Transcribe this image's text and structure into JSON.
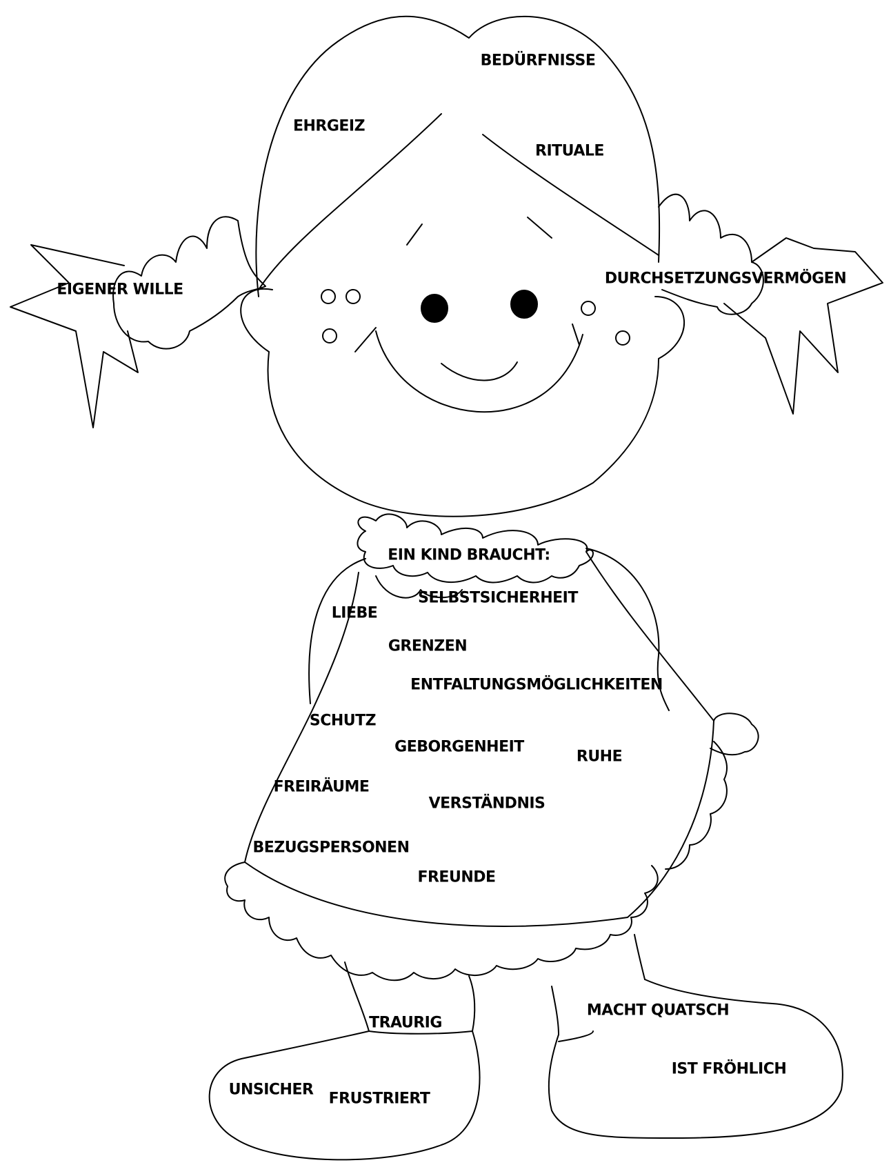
{
  "diagram": {
    "center_label": "EIN KIND BRAUCHT:",
    "head_labels": {
      "beduerfnisse": "BEDÜRFNISSE",
      "ehrgeiz": "EHRGEIZ",
      "rituale": "RITUALE"
    },
    "braid_labels": {
      "eigener_wille": "EIGENER WILLE",
      "durchsetzung": "DURCHSETZUNGSVERMÖGEN"
    },
    "dress_labels": {
      "selbstsicherheit": "SELBSTSICHERHEIT",
      "liebe": "LIEBE",
      "grenzen": "GRENZEN",
      "entfaltung": "ENTFALTUNGSMÖGLICHKEITEN",
      "schutz": "SCHUTZ",
      "geborgenheit": "GEBORGENHEIT",
      "ruhe": "RUHE",
      "freiraeume": "FREIRÄUME",
      "verstaendnis": "VERSTÄNDNIS",
      "bezugspersonen": "BEZUGSPERSONEN",
      "freunde": "FREUNDE"
    },
    "leg_labels": {
      "traurig": "TRAURIG",
      "unsicher": "UNSICHER",
      "frustriert": "FRUSTRIERT",
      "macht_quatsch": "MACHT QUATSCH",
      "ist_froehlich": "IST FRÖHLICH"
    }
  }
}
